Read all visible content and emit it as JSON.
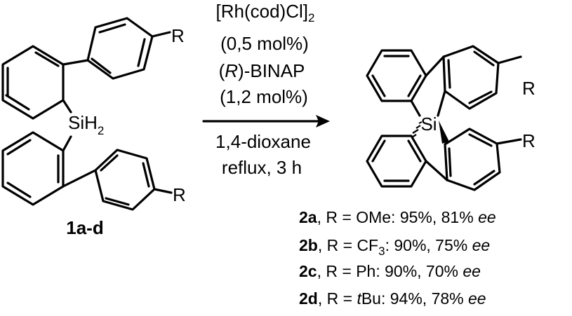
{
  "reactant": {
    "r_top": "R",
    "r_bottom": "R",
    "si_label": "SiH",
    "si_sub": "2",
    "compound_label": "1a-d"
  },
  "conditions": {
    "catalyst_main": "[Rh(cod)Cl]",
    "catalyst_sub": "2",
    "catalyst_loading": "(0,5 mol%)",
    "ligand_open": "(",
    "ligand_config": "R",
    "ligand_rest": ")-BINAP",
    "ligand_loading": "(1,2 mol%)",
    "solvent": "1,4-dioxane",
    "temp_time": "reflux, 3 h"
  },
  "product": {
    "si_label": "Si",
    "r_top": "R",
    "r_bottom": "R"
  },
  "results": [
    {
      "id": "2a",
      "r_text": ", R = OMe: ",
      "sub": "",
      "after": "",
      "yield": "95%, 81% ",
      "ee": "ee"
    },
    {
      "id": "2b",
      "r_text": ", R = CF",
      "sub": "3",
      "after": ": ",
      "yield": "90%, 75% ",
      "ee": "ee"
    },
    {
      "id": "2c",
      "r_text": ", R = Ph: ",
      "sub": "",
      "after": "",
      "yield": "90%, 70% ",
      "ee": "ee"
    },
    {
      "id": "2d",
      "r_text": ", R = ",
      "sub": "",
      "after": "Bu: ",
      "italic_prefix": "t",
      "yield": "94%, 78% ",
      "ee": "ee"
    }
  ]
}
